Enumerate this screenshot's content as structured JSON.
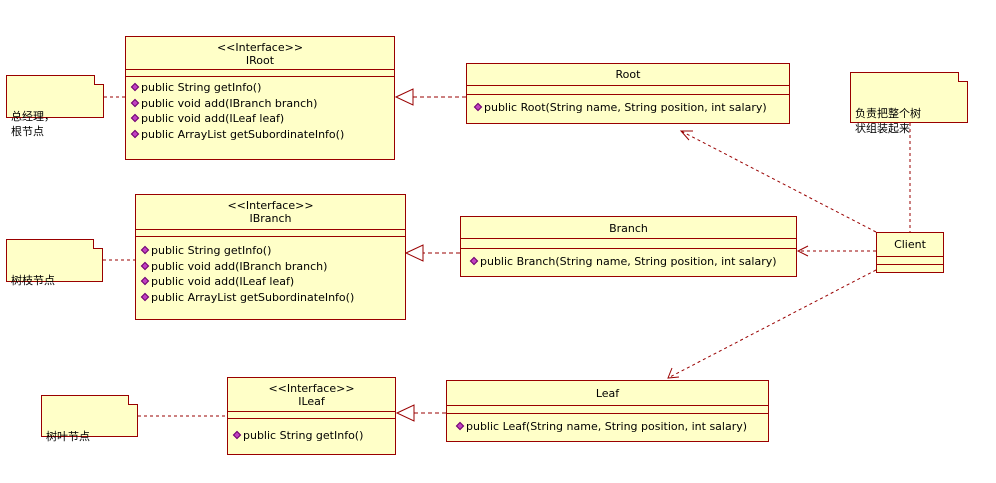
{
  "diagram": {
    "stereotype": "<<Interface>>",
    "interfaces": {
      "iroot": {
        "name": "IRoot",
        "ops": [
          "public String getInfo()",
          "public void add(IBranch branch)",
          "public void add(ILeaf leaf)",
          "public ArrayList getSubordinateInfo()"
        ]
      },
      "ibranch": {
        "name": "IBranch",
        "ops": [
          "public String getInfo()",
          "public void add(IBranch branch)",
          "public void add(ILeaf leaf)",
          "public ArrayList getSubordinateInfo()"
        ]
      },
      "ileaf": {
        "name": "ILeaf",
        "ops": [
          "public String getInfo()"
        ]
      }
    },
    "classes": {
      "root": {
        "name": "Root",
        "ops": [
          "public Root(String name, String position, int salary)"
        ]
      },
      "branch": {
        "name": "Branch",
        "ops": [
          "public Branch(String name, String position, int salary)"
        ]
      },
      "leaf": {
        "name": "Leaf",
        "ops": [
          "public Leaf(String name, String position, int salary)"
        ]
      },
      "client": {
        "name": "Client"
      }
    },
    "notes": {
      "root_note": "总经理，\n根节点",
      "branch_note": "树枝节点",
      "leaf_note": "树叶节点",
      "client_note": "负责把整个树\n状组装起来"
    },
    "colors": {
      "fill": "#ffffc8",
      "border": "#990000",
      "link": "#990000",
      "op_marker": "#c040c0"
    }
  }
}
